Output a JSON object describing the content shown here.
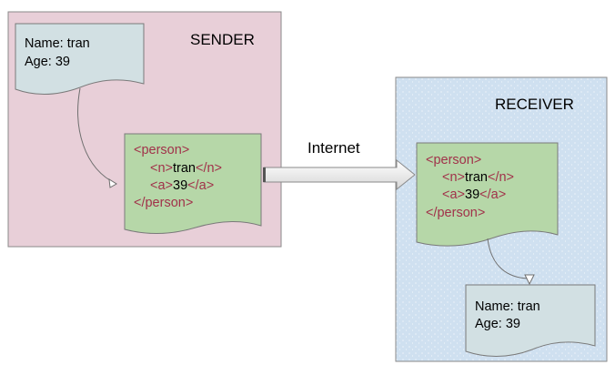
{
  "sender": {
    "title": "SENDER",
    "doc": {
      "line1": "Name: tran",
      "line2": "Age: 39"
    },
    "xml": {
      "open_person": "<person>",
      "n_open": "<n>",
      "n_value": "tran",
      "n_close": "</n>",
      "a_open": "<a>",
      "a_value": "39",
      "a_close": "</a>",
      "close_person": "</person>"
    }
  },
  "channel": {
    "label": "Internet"
  },
  "receiver": {
    "title": "RECEIVER",
    "doc": {
      "line1": "Name: tran",
      "line2": "Age: 39"
    },
    "xml": {
      "open_person": "<person>",
      "n_open": "<n>",
      "n_value": "tran",
      "n_close": "</n>",
      "a_open": "<a>",
      "a_value": "39",
      "a_close": "</a>",
      "close_person": "</person>"
    }
  },
  "colors": {
    "sender_bg": "#e8cfd8",
    "receiver_bg": "#cfe0f0",
    "doc_bg": "#d2e0e3",
    "xml_bg": "#b6d7a8",
    "tag": "#a1324a"
  }
}
